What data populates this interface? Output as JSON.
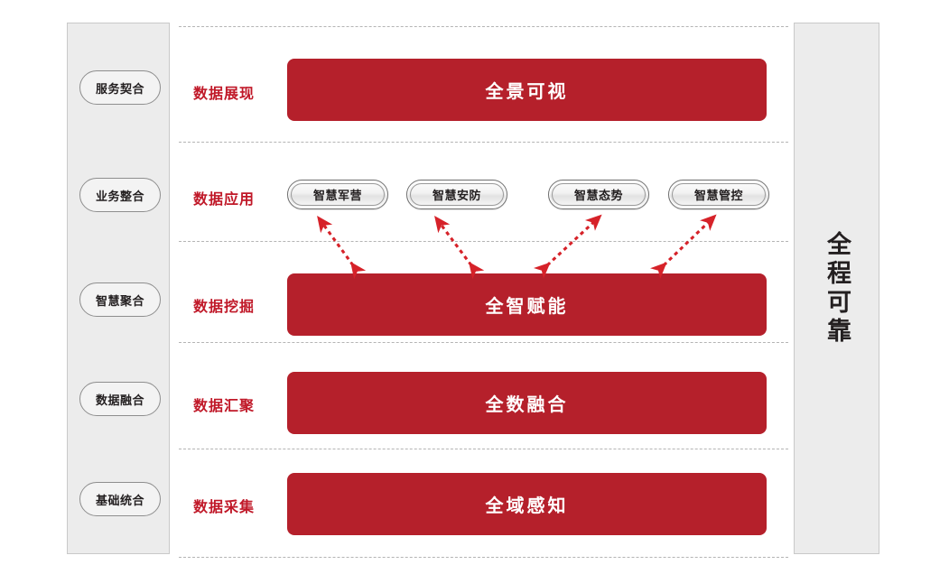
{
  "diagram": {
    "title_vertical": "全程可靠",
    "accent_red": "#b5202b",
    "label_red": "#c01828",
    "panel_gray": "#ececec"
  },
  "left_stages": [
    {
      "label": "服务契合"
    },
    {
      "label": "业务整合"
    },
    {
      "label": "智慧聚合"
    },
    {
      "label": "数据融合"
    },
    {
      "label": "基础统合"
    }
  ],
  "rows": [
    {
      "label": "数据展现",
      "bar": "全景可视",
      "has_bar": true
    },
    {
      "label": "数据应用",
      "bar": "",
      "has_bar": false
    },
    {
      "label": "数据挖掘",
      "bar": "全智赋能",
      "has_bar": true
    },
    {
      "label": "数据汇聚",
      "bar": "全数融合",
      "has_bar": true
    },
    {
      "label": "数据采集",
      "bar": "全域感知",
      "has_bar": true
    }
  ],
  "applications": [
    {
      "label": "智慧军营"
    },
    {
      "label": "智慧安防"
    },
    {
      "label": "智慧态势"
    },
    {
      "label": "智慧管控"
    }
  ],
  "connectors": [
    {
      "from": "智慧军营",
      "to": "全智赋能",
      "direction": "bidirectional"
    },
    {
      "from": "智慧安防",
      "to": "全智赋能",
      "direction": "bidirectional"
    },
    {
      "from": "智慧态势",
      "to": "全智赋能",
      "direction": "bidirectional"
    },
    {
      "from": "智慧管控",
      "to": "全智赋能",
      "direction": "bidirectional"
    }
  ]
}
